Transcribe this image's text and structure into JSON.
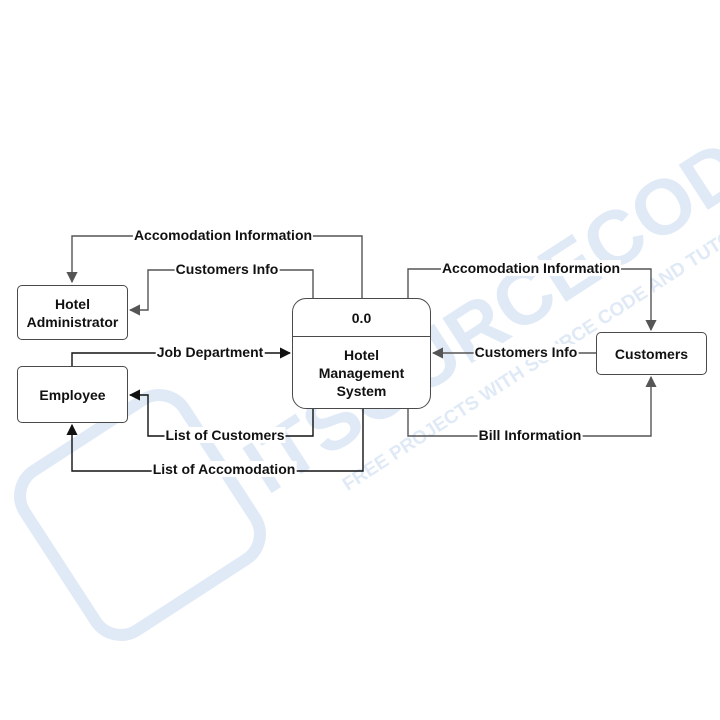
{
  "watermark": {
    "text": "ITSOURCECODE",
    "subtext": "FREE PROJECTS WITH SOURCE CODE AND TUTORIALS",
    "color": "#dbe7f6"
  },
  "process": {
    "id": "0.0",
    "name": "Hotel\nManagement\nSystem"
  },
  "entities": {
    "hotel_administrator": "Hotel\nAdministrator",
    "employee": "Employee",
    "customers": "Customers"
  },
  "flows": {
    "accomodation_info_admin": "Accomodation Information",
    "customers_info_admin": "Customers Info",
    "job_department": "Job Department",
    "list_of_customers": "List of Customers",
    "list_of_accomodation": "List of Accomodation",
    "accomodation_info_customers": "Accomodation Information",
    "customers_info_in": "Customers Info",
    "bill_information": "Bill Information"
  },
  "colors": {
    "line": "#555555",
    "border": "#4a4a4a",
    "text": "#111111"
  }
}
